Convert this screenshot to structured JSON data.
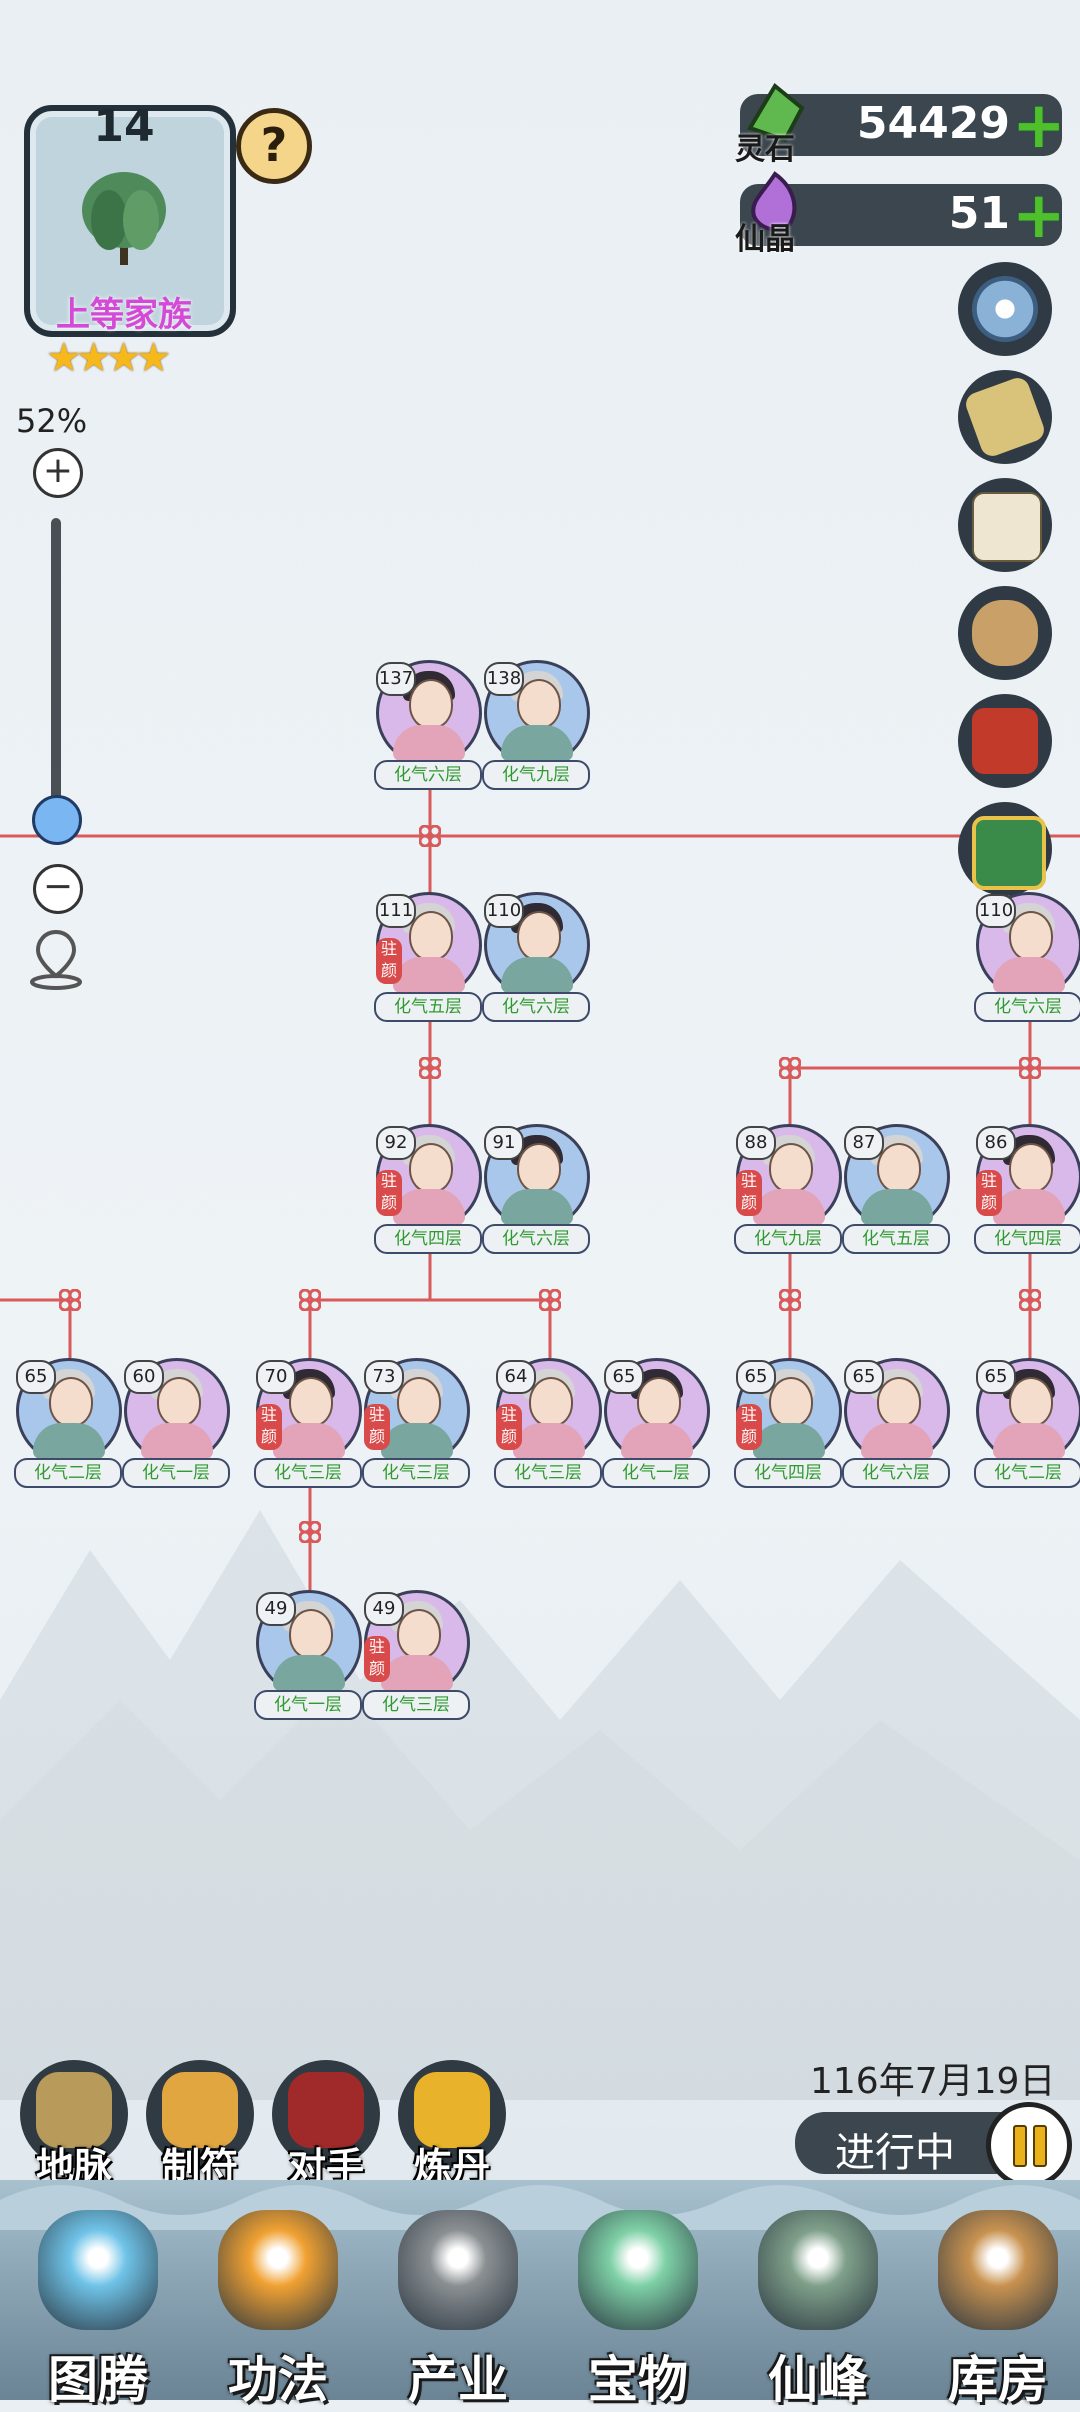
{
  "family": {
    "level": "14",
    "rank": "上等家族",
    "stars": "★★★★",
    "help": "?"
  },
  "zoom": {
    "percent": "52%",
    "plus": "+",
    "minus": "−",
    "value": 0.52
  },
  "currencies": [
    {
      "label": "灵石",
      "value": "54429",
      "color": "#5fb94f"
    },
    {
      "label": "仙晶",
      "value": "51",
      "color": "#b070d8"
    }
  ],
  "tree": {
    "members": [
      {
        "age": "137",
        "realm": "化气六层",
        "gender": "f",
        "badge": ""
      },
      {
        "age": "138",
        "realm": "化气九层",
        "gender": "m",
        "badge": ""
      },
      {
        "age": "111",
        "realm": "化气五层",
        "gender": "f",
        "badge": "驻颜"
      },
      {
        "age": "110",
        "realm": "化气六层",
        "gender": "m",
        "badge": ""
      },
      {
        "age": "110",
        "realm": "化气六层",
        "gender": "f",
        "badge": ""
      },
      {
        "age": "92",
        "realm": "化气四层",
        "gender": "f",
        "badge": "驻颜"
      },
      {
        "age": "91",
        "realm": "化气六层",
        "gender": "m",
        "badge": ""
      },
      {
        "age": "88",
        "realm": "化气九层",
        "gender": "f",
        "badge": "驻颜"
      },
      {
        "age": "87",
        "realm": "化气五层",
        "gender": "m",
        "badge": ""
      },
      {
        "age": "86",
        "realm": "化气四层",
        "gender": "f",
        "badge": "驻颜"
      },
      {
        "age": "65",
        "realm": "化气二层",
        "gender": "m",
        "badge": ""
      },
      {
        "age": "60",
        "realm": "化气一层",
        "gender": "f",
        "badge": ""
      },
      {
        "age": "70",
        "realm": "化气三层",
        "gender": "f",
        "badge": "驻颜"
      },
      {
        "age": "73",
        "realm": "化气三层",
        "gender": "m",
        "badge": "驻颜"
      },
      {
        "age": "64",
        "realm": "化气三层",
        "gender": "f",
        "badge": "驻颜"
      },
      {
        "age": "65",
        "realm": "化气一层",
        "gender": "f",
        "badge": ""
      },
      {
        "age": "65",
        "realm": "化气四层",
        "gender": "m",
        "badge": "驻颜"
      },
      {
        "age": "65",
        "realm": "化气六层",
        "gender": "f",
        "badge": ""
      },
      {
        "age": "65",
        "realm": "化气二层",
        "gender": "f",
        "badge": ""
      },
      {
        "age": "49",
        "realm": "化气一层",
        "gender": "m",
        "badge": ""
      },
      {
        "age": "49",
        "realm": "化气三层",
        "gender": "f",
        "badge": "驻颜"
      }
    ]
  },
  "date": "116年7月19日",
  "status": "进行中",
  "tools": [
    {
      "label": "地脉",
      "icon": "earth-vein-icon"
    },
    {
      "label": "制符",
      "icon": "talisman-icon"
    },
    {
      "label": "对手",
      "icon": "rival-gate-icon"
    },
    {
      "label": "炼丹",
      "icon": "alchemy-furnace-icon"
    }
  ],
  "nav": [
    {
      "label": "图腾",
      "icon": "totem-orb-icon"
    },
    {
      "label": "功法",
      "icon": "technique-flame-icon"
    },
    {
      "label": "产业",
      "icon": "industry-mountain-icon"
    },
    {
      "label": "宝物",
      "icon": "treasure-jade-icon"
    },
    {
      "label": "仙峰",
      "icon": "immortal-peak-icon"
    },
    {
      "label": "库房",
      "icon": "storehouse-bag-icon"
    }
  ]
}
